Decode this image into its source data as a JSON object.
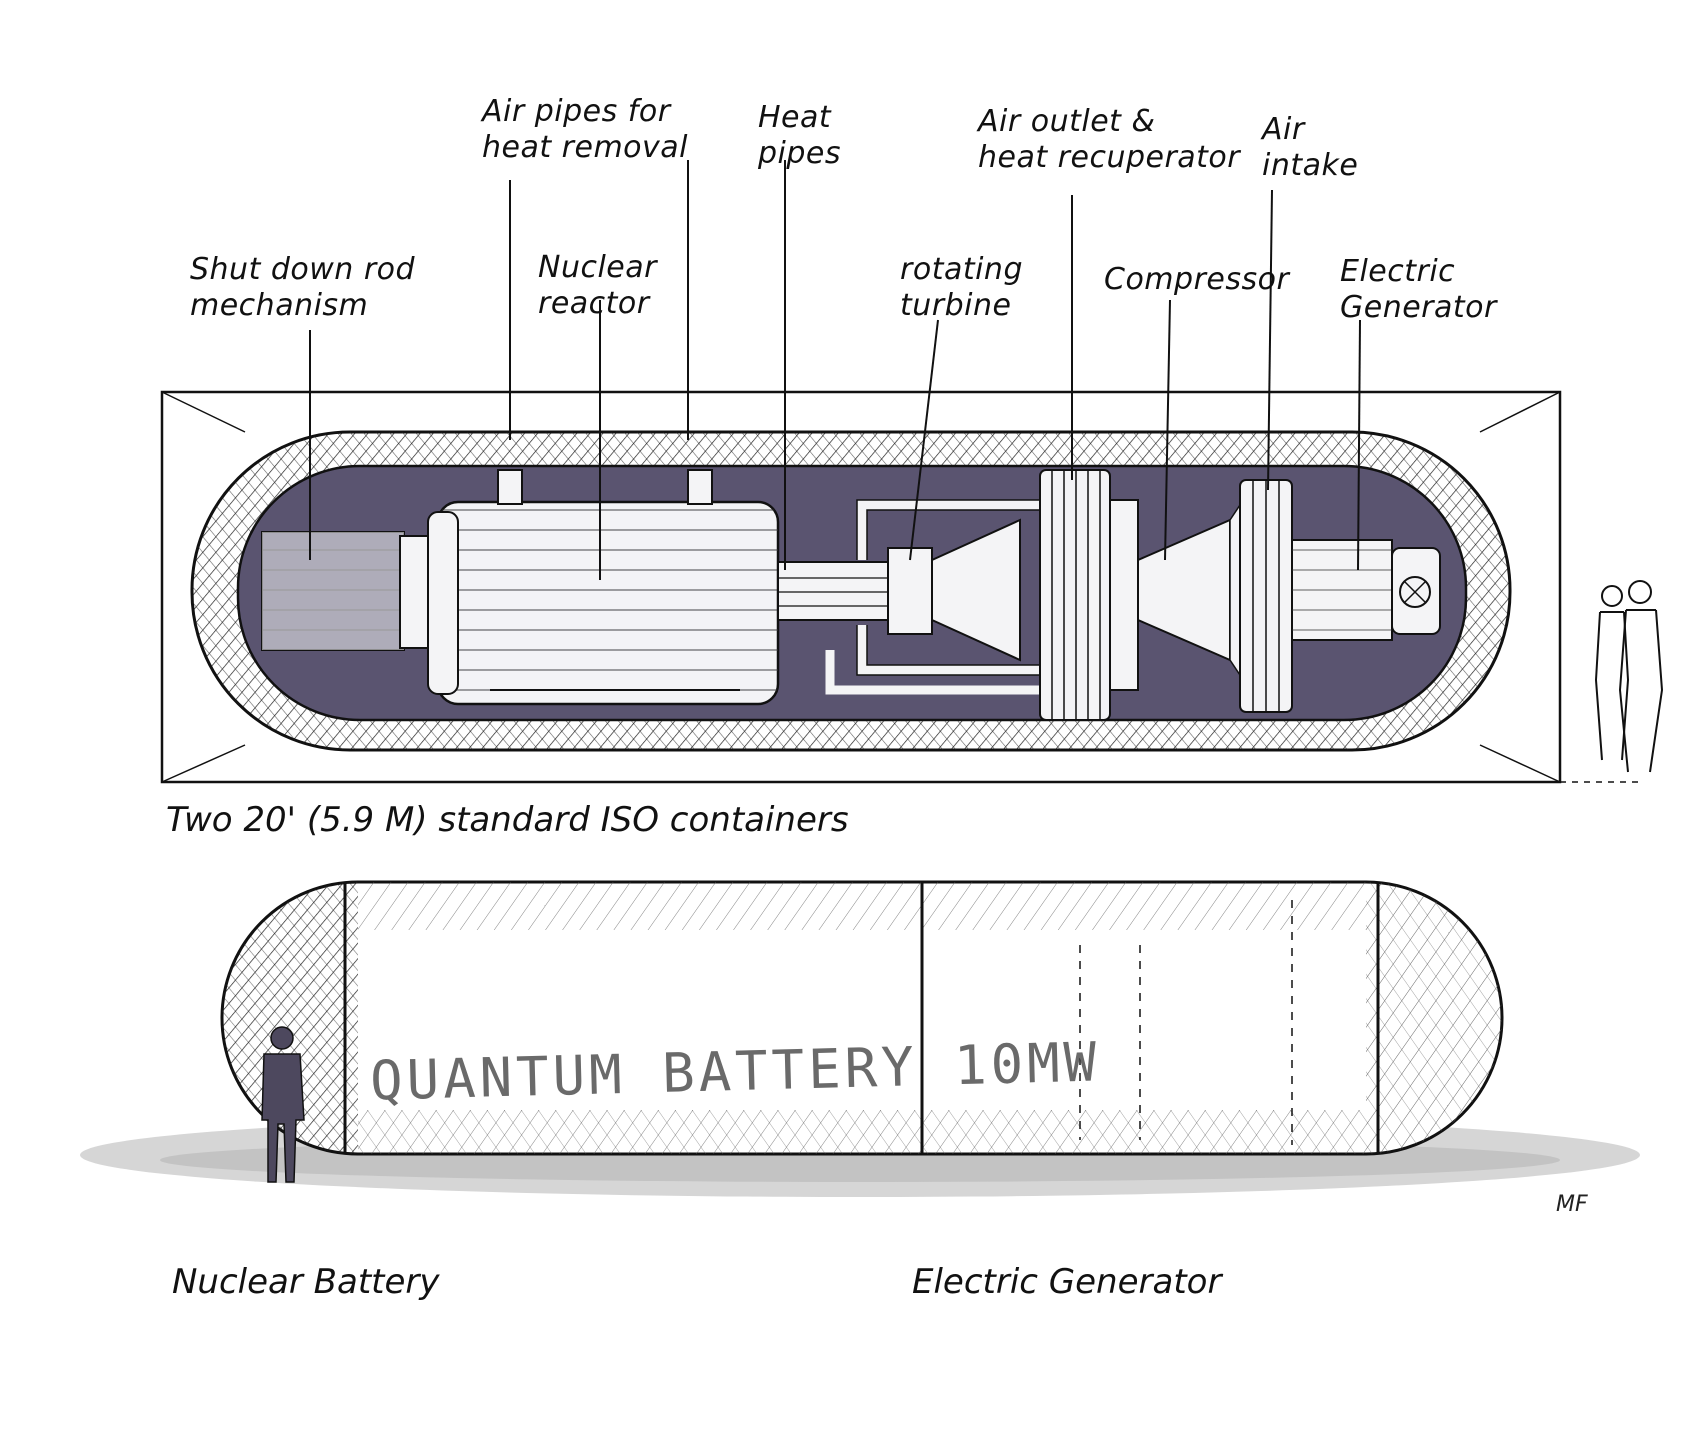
{
  "labels": {
    "shutdown": "Shut down rod\nmechanism",
    "air_pipes": "Air pipes for\nheat removal",
    "reactor": "Nuclear\nreactor",
    "heat_pipes": "Heat\npipes",
    "turbine": "rotating\nturbine",
    "air_outlet": "Air outlet &\nheat recuperator",
    "compressor": "Compressor",
    "air_intake": "Air\nintake",
    "generator_top": "Electric\nGenerator"
  },
  "containers_caption": "Two 20' (5.9 M) standard ISO containers",
  "stencil_text": "QUANTUM BATTERY    10MW",
  "bottom_labels": {
    "left": "Nuclear Battery",
    "center": "Electric Generator"
  },
  "signature": "MF",
  "colors": {
    "ink": "#111111",
    "interior_shade": "#5a5470",
    "component_fill": "#f4f4f6",
    "shadow": "#cfcfcf"
  }
}
